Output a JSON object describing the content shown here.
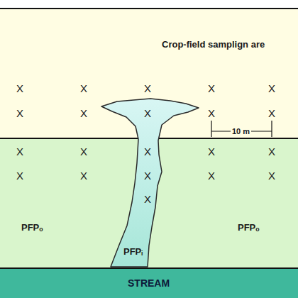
{
  "diagram": {
    "nodes": [
      {
        "text": [
          "Crop-field samplign are"
        ]
      },
      {
        "text": [
          "STREAM"
        ]
      }
    ],
    "labels": [
      "X",
      "X",
      "X",
      "X",
      "X",
      "X",
      "X",
      "X",
      "X",
      "X",
      "10 m",
      "X",
      "X",
      "X",
      "X",
      "X",
      "X",
      "X",
      "X",
      "X",
      "X",
      "X",
      "PFPₒ",
      "PFPᵢ",
      "PFPₒ"
    ]
  }
}
